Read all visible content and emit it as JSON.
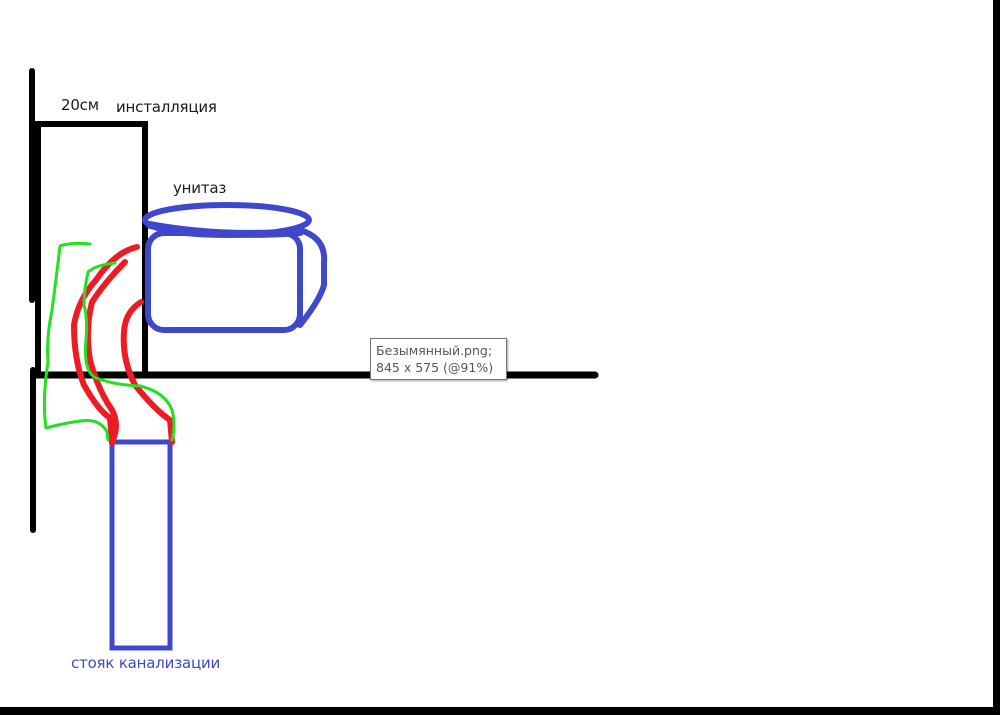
{
  "drawing": {
    "labels": {
      "width": "20см",
      "installation": "инсталляция",
      "toilet": "унитаз",
      "riser": "стояк канализации"
    },
    "colors": {
      "wall": "#000000",
      "toilet": "#3f48cc",
      "red_pipe": "#ed1c24",
      "green_pipe": "#22e022"
    }
  },
  "tooltip": {
    "filename": "Безымянный.png;",
    "dimensions": "845 x 575 (@91%)"
  }
}
